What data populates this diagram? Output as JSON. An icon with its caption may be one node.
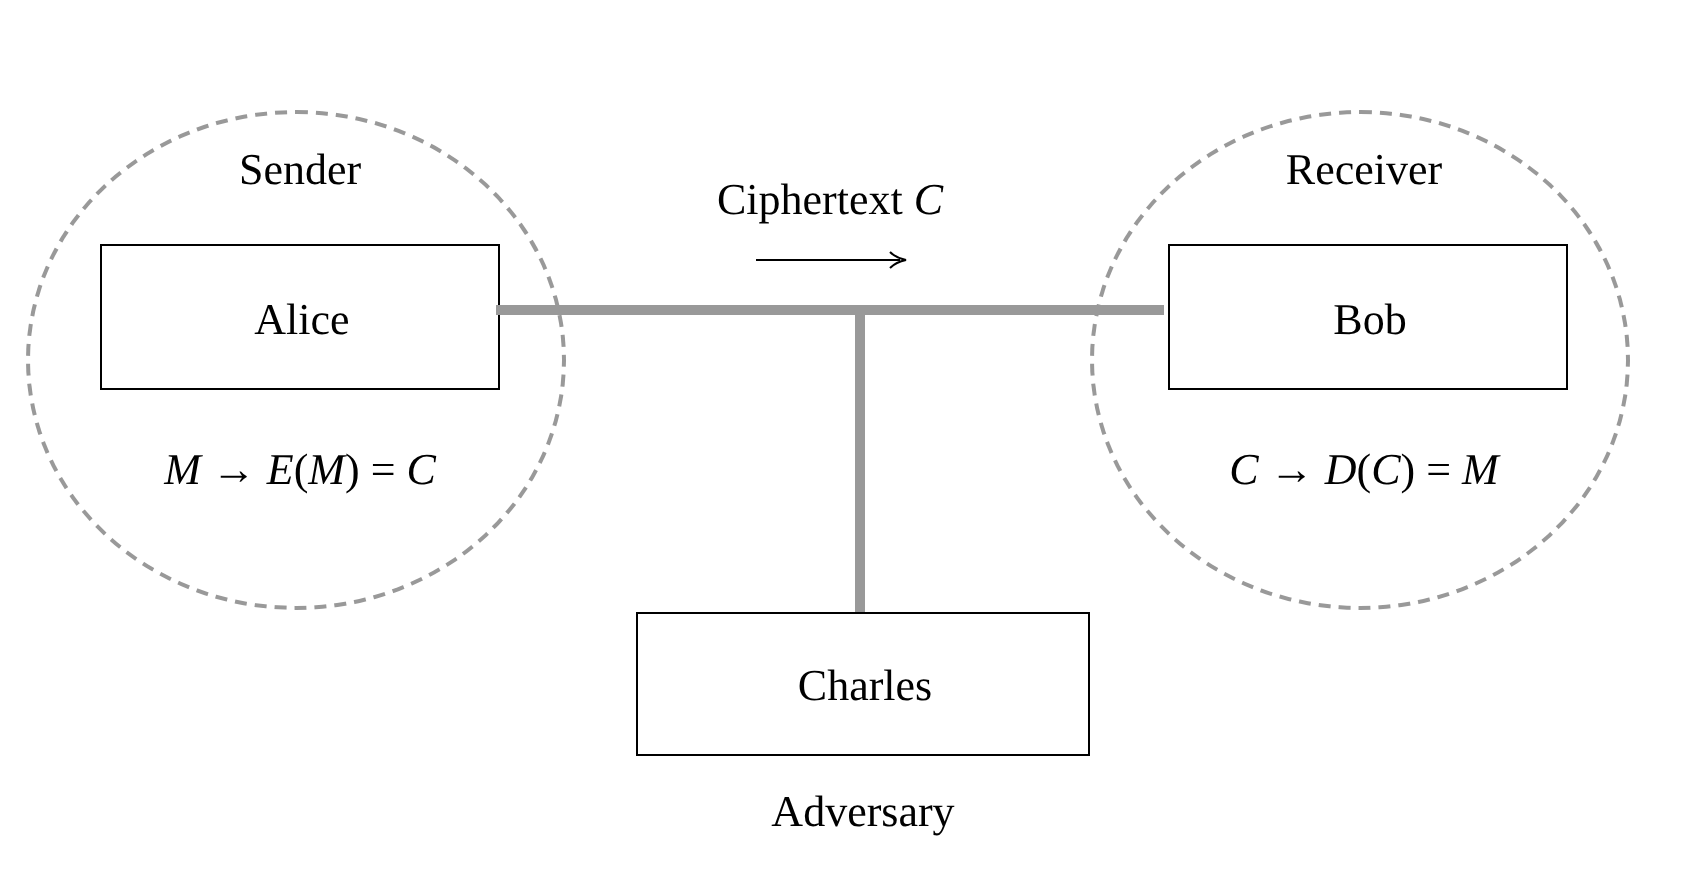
{
  "diagram": {
    "nodes": [
      {
        "text": [
          "Sender",
          "*M* → *E*(*M*) = *C*"
        ]
      },
      {
        "text": [
          "Alice"
        ],
        "in": 0
      },
      {
        "text": [
          "Receiver",
          "*C* → *D*(*C*) = *M*"
        ]
      },
      {
        "text": [
          "Bob"
        ],
        "in": 2
      },
      {
        "text": [
          "Charles"
        ],
        "beside": [
          "Adversary"
        ]
      }
    ],
    "edges": [
      {
        "from": 1,
        "to": 3,
        "arrow": "none",
        "label": "Ciphertext *C*"
      },
      {
        "from": 1,
        "to": 4,
        "arrow": "none"
      },
      {
        "from": 3,
        "to": 4,
        "arrow": "none"
      }
    ]
  }
}
